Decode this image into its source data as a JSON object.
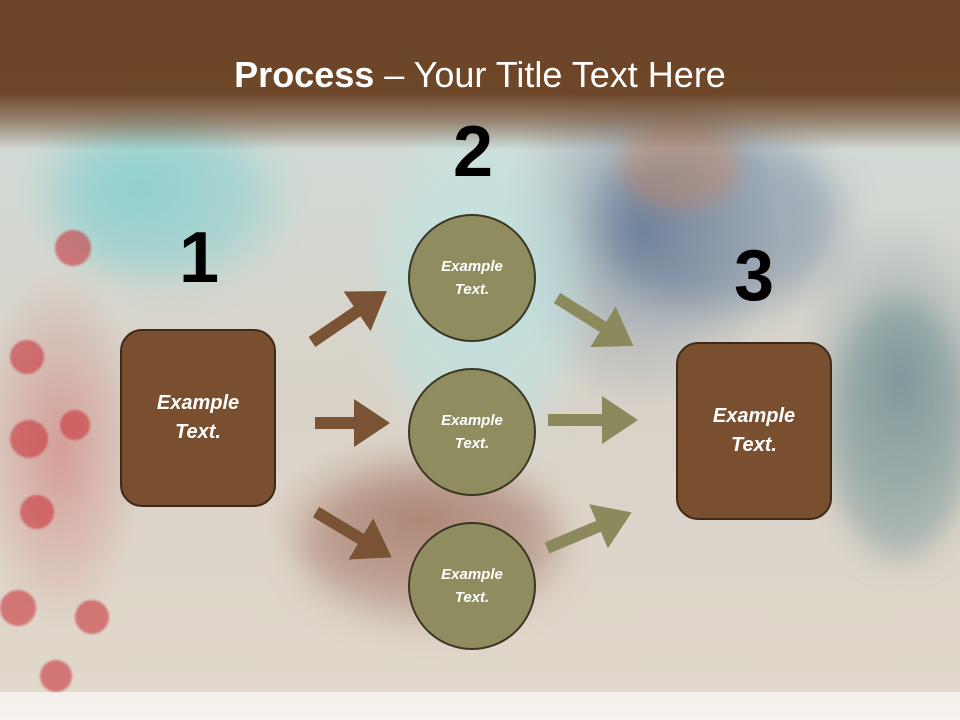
{
  "slide": {
    "title_bold": "Process",
    "title_rest": " – Your Title Text Here"
  },
  "steps": [
    {
      "number": "1",
      "nodes": [
        "Example\nText."
      ]
    },
    {
      "number": "2",
      "nodes": [
        "Example\nText.",
        "Example\nText.",
        "Example\nText."
      ]
    },
    {
      "number": "3",
      "nodes": [
        "Example\nText."
      ]
    }
  ],
  "colors": {
    "title_bar": "#6e4628",
    "box_fill": "#7a4f2f",
    "circle_fill": "#8f8d5f",
    "arrow_brown": "#7a5234",
    "arrow_olive": "#8c8a5c"
  }
}
